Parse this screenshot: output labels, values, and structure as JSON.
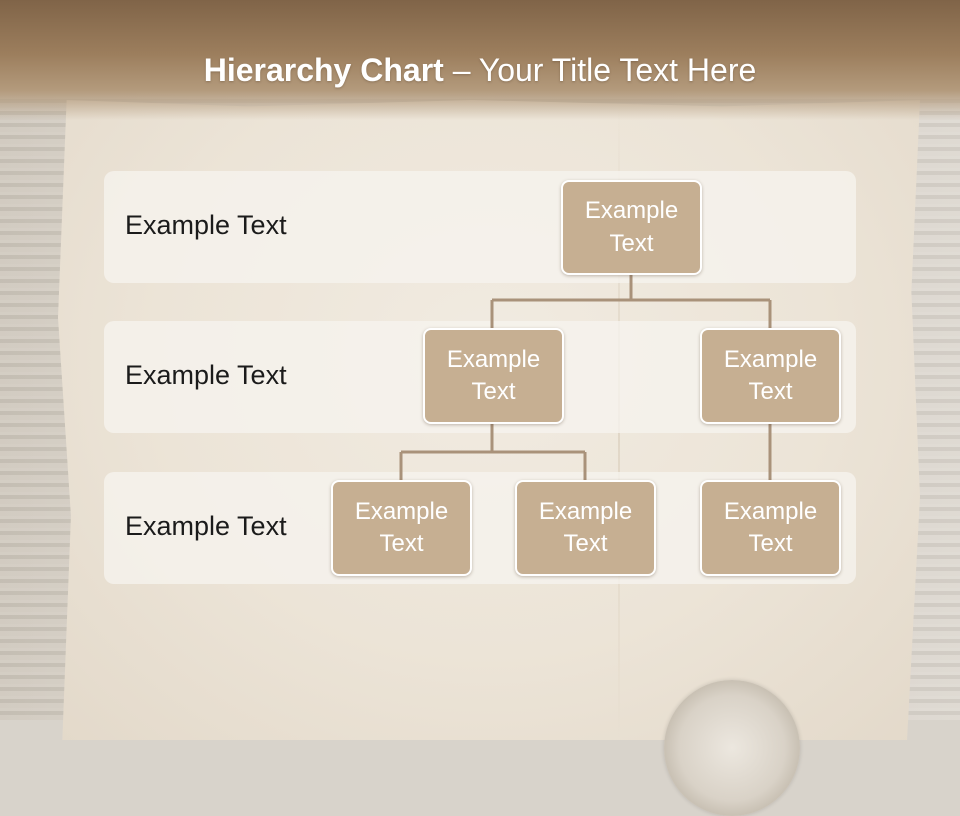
{
  "title": {
    "bold": "Hierarchy Chart",
    "rest": " – Your Title Text Here"
  },
  "rows": [
    {
      "label": "Example Text"
    },
    {
      "label": "Example Text"
    },
    {
      "label": "Example Text"
    }
  ],
  "nodes": {
    "root": {
      "line1": "Example",
      "line2": "Text"
    },
    "l2_left": {
      "line1": "Example",
      "line2": "Text"
    },
    "l2_right": {
      "line1": "Example",
      "line2": "Text"
    },
    "l3_a": {
      "line1": "Example",
      "line2": "Text"
    },
    "l3_b": {
      "line1": "Example",
      "line2": "Text"
    },
    "l3_c": {
      "line1": "Example",
      "line2": "Text"
    }
  },
  "colors": {
    "node_fill": "#c6af92",
    "connector": "#a9927a",
    "banner": "#8c6f51"
  }
}
